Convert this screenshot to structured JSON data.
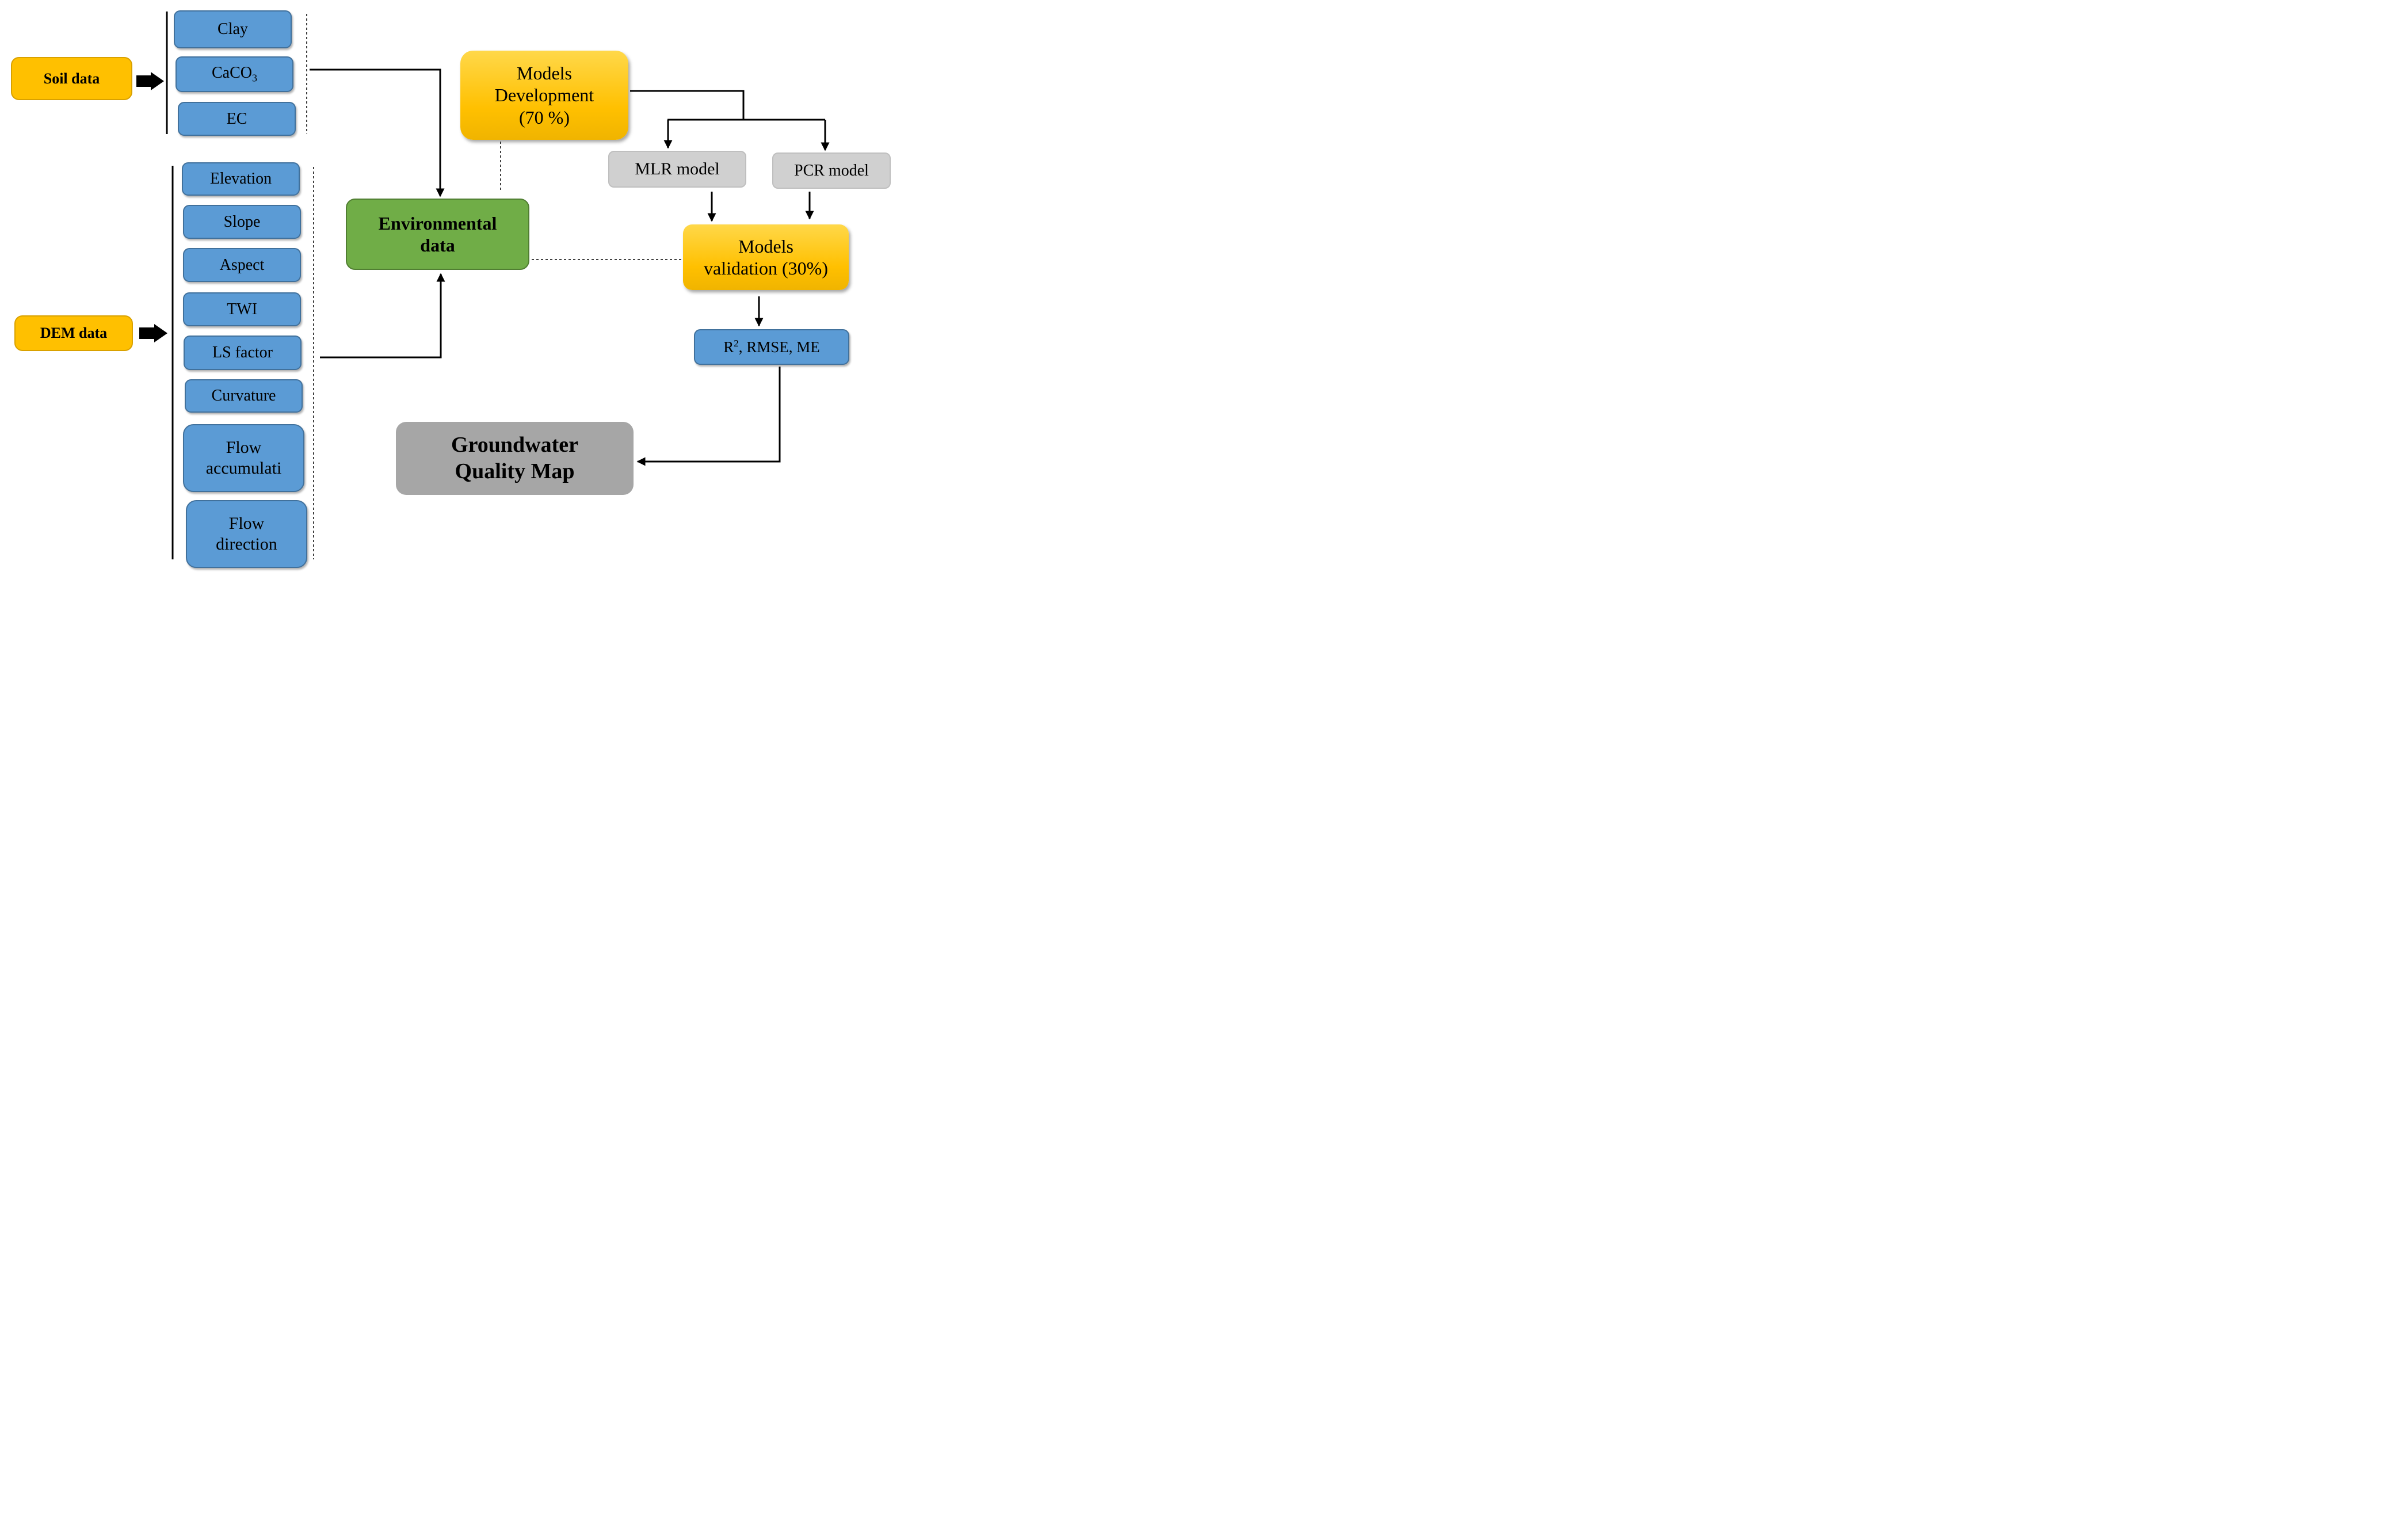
{
  "sources": {
    "soil": "Soil data",
    "dem": "DEM data"
  },
  "soil_layers": {
    "clay": "Clay",
    "caco3_main": "CaCO",
    "caco3_sub": "3",
    "ec": "EC"
  },
  "dem_layers": {
    "elevation": "Elevation",
    "slope": "Slope",
    "aspect": "Aspect",
    "twi": "TWI",
    "ls_factor": "LS factor",
    "curvature": "Curvature",
    "flow_accumulation": "Flow\naccumulati",
    "flow_direction": "Flow\ndirection"
  },
  "process": {
    "environmental": "Environmental\ndata",
    "development": "Models\nDevelopment\n(70 %)",
    "mlr": "MLR model",
    "pcr": "PCR model",
    "validation": "Models\nvalidation (30%)",
    "metrics_r": "R",
    "metrics_sup": "2",
    "metrics_rest": ", RMSE, ME",
    "output": "Groundwater\nQuality Map"
  },
  "colors": {
    "source_orange": "#ffc000",
    "layer_blue": "#5b9bd5",
    "environmental_green": "#70ad47",
    "model_gray": "#d0d0d0",
    "output_gray": "#a6a6a6"
  }
}
